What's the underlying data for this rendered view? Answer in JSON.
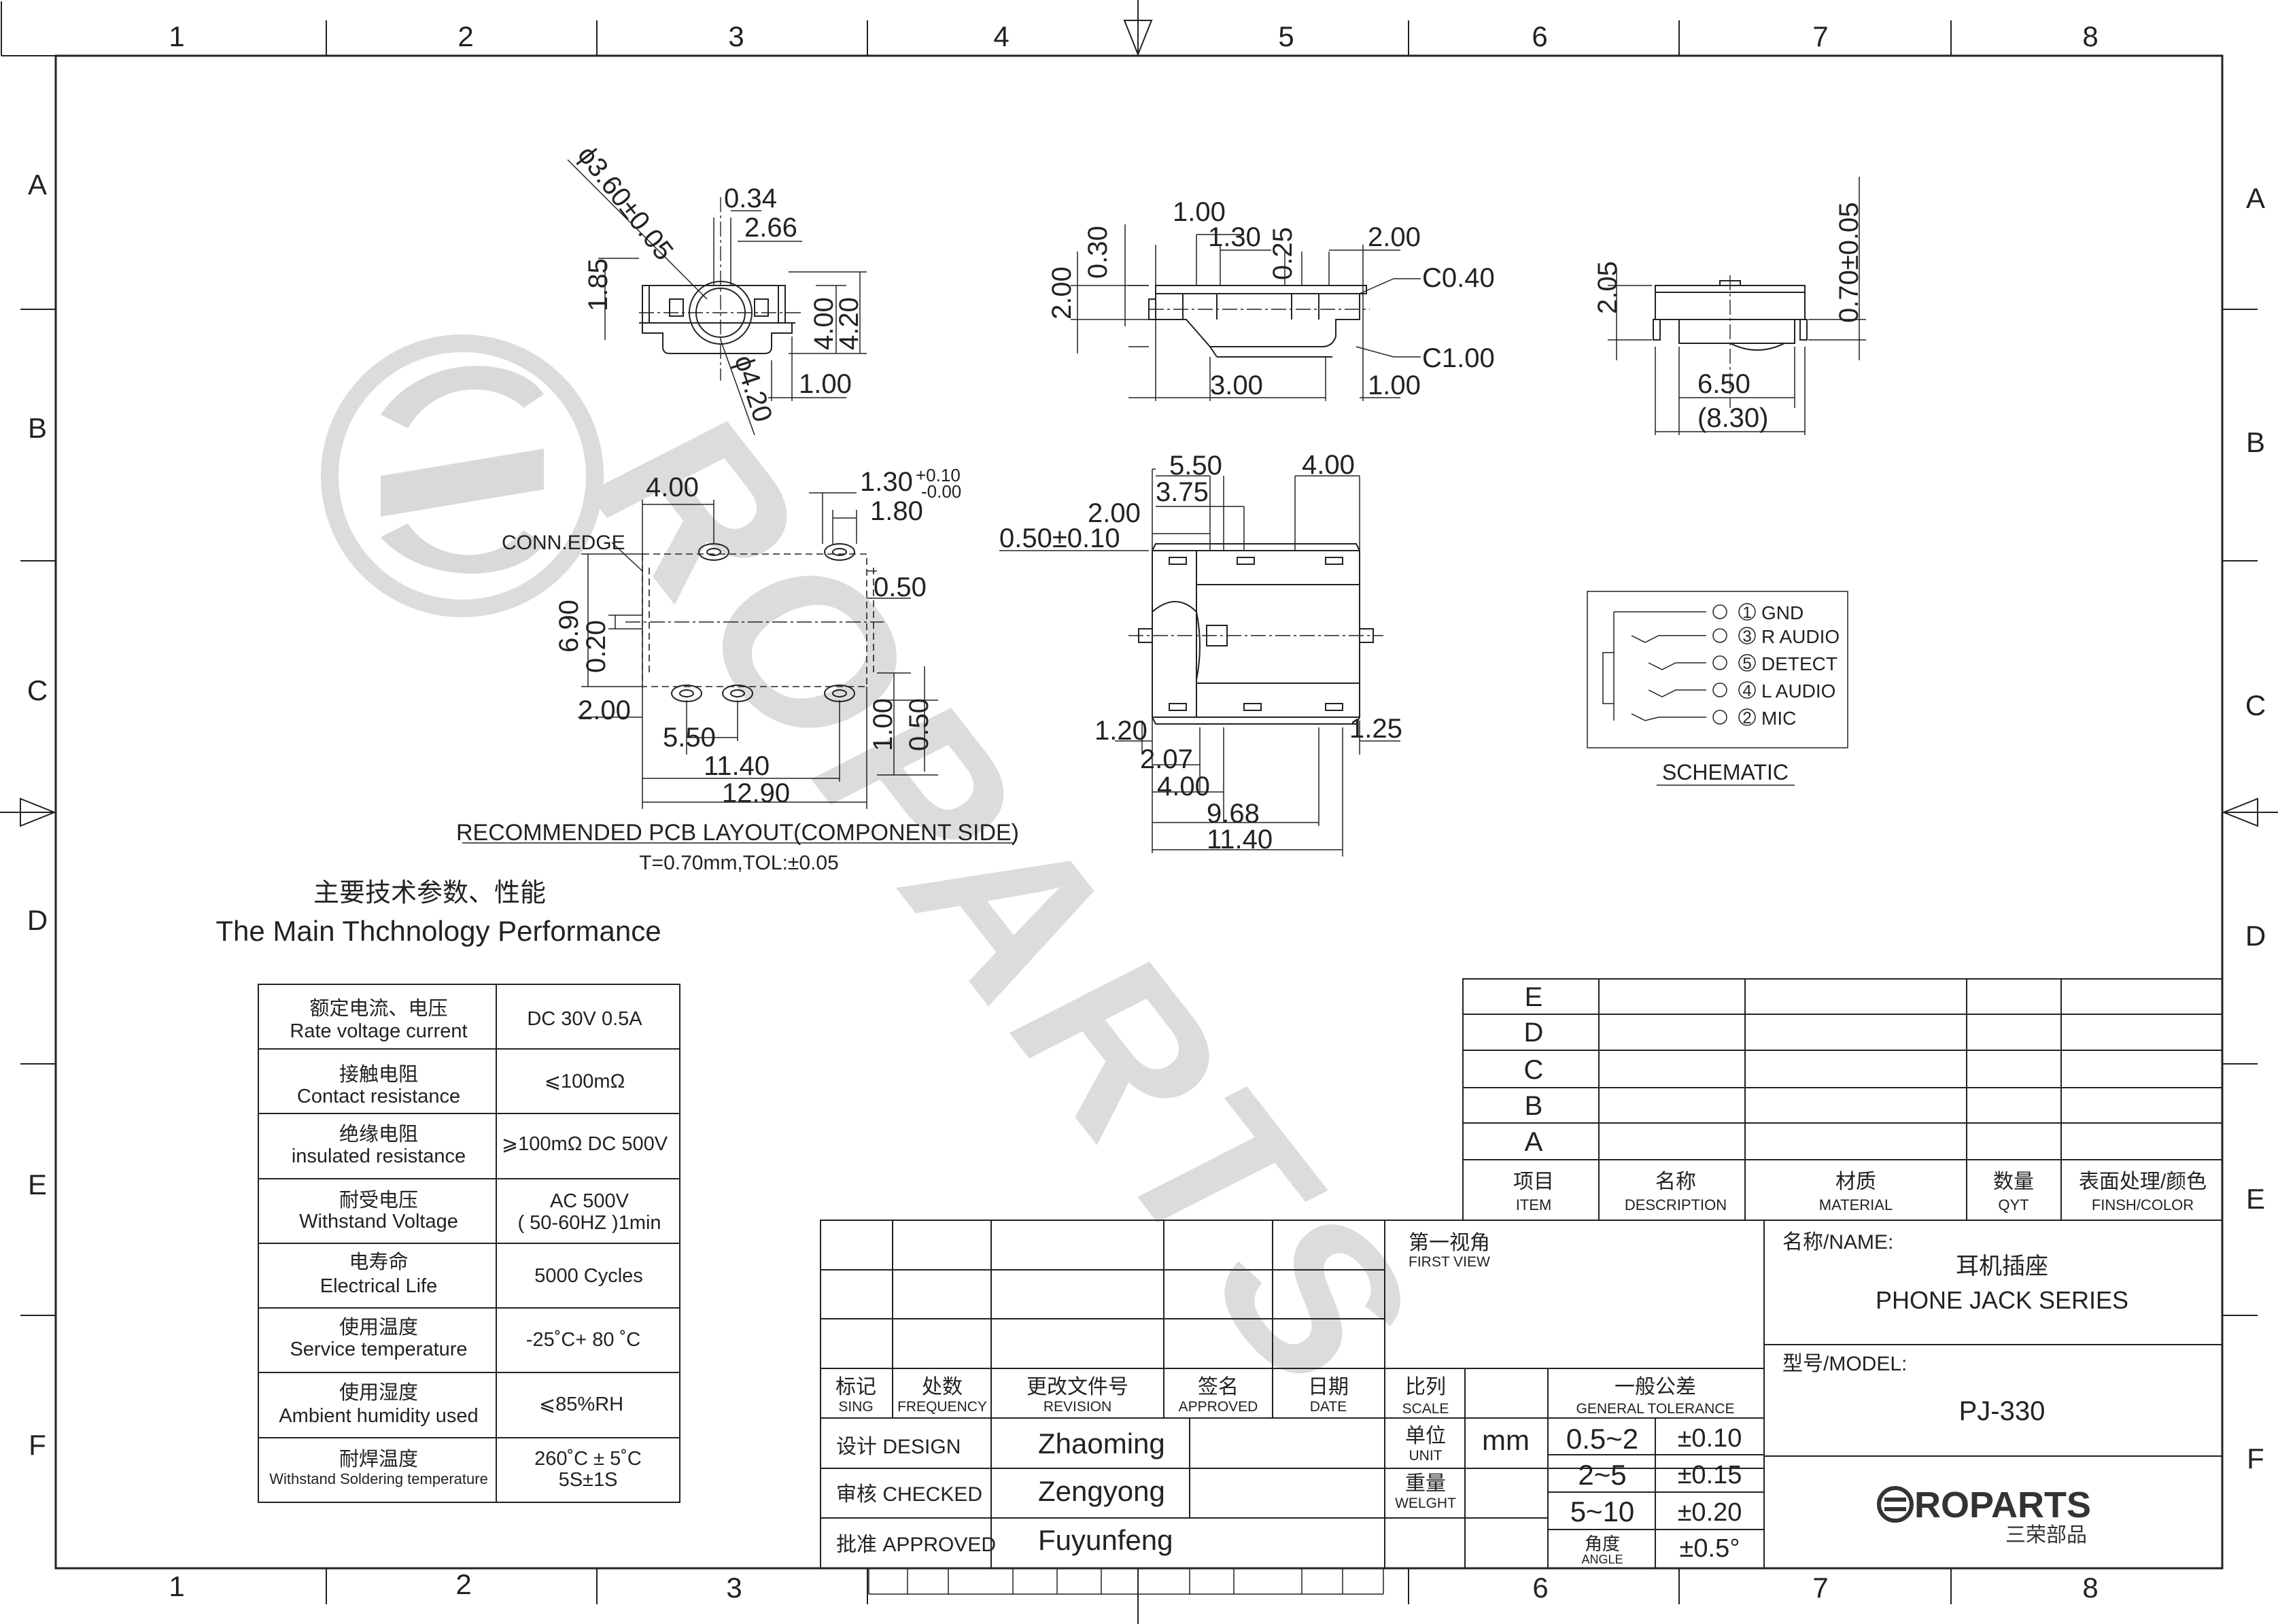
{
  "border": {
    "columns": [
      "1",
      "2",
      "3",
      "4",
      "5",
      "6",
      "7",
      "8"
    ],
    "rows": [
      "A",
      "B",
      "C",
      "D",
      "E",
      "F"
    ]
  },
  "watermark": "ROPARTS",
  "views": {
    "front": {
      "dims": [
        "ϕ3.60±0.05",
        "0.34",
        "2.66",
        "1.85",
        "4.00",
        "4.20",
        "1.00",
        "ϕ4.20"
      ]
    },
    "side": {
      "dims": [
        "1.00",
        "1.30",
        "0.25",
        "2.00",
        "0.30",
        "2.00",
        "C0.40",
        "C1.00",
        "3.00",
        "1.00"
      ]
    },
    "end": {
      "dims": [
        "2.05",
        "0.70±0.05",
        "6.50",
        "(8.30)"
      ]
    },
    "pcb": {
      "dims": [
        "4.00",
        "1.30",
        "+0.10",
        "-0.00",
        "1.80",
        "0.50",
        "6.90",
        "0.20",
        "2.00",
        "5.50",
        "11.40",
        "12.90",
        "1.00",
        "0.50"
      ],
      "conn_edge": "CONN.EDGE",
      "title": "RECOMMENDED PCB LAYOUT(COMPONENT SIDE)",
      "subtitle": "T=0.70mm,TOL:±0.05"
    },
    "top": {
      "dims": [
        "5.50",
        "4.00",
        "3.75",
        "2.00",
        "0.50±0.10",
        "1.20",
        "2.07",
        "4.00",
        "9.68",
        "11.40",
        "1.25"
      ]
    },
    "schematic": {
      "pins": [
        {
          "num": "1",
          "label": "GND"
        },
        {
          "num": "3",
          "label": "R AUDIO"
        },
        {
          "num": "5",
          "label": "DETECT"
        },
        {
          "num": "4",
          "label": "L AUDIO"
        },
        {
          "num": "2",
          "label": "MIC"
        }
      ],
      "title": "SCHEMATIC"
    }
  },
  "performance": {
    "title_cn": "主要技术参数、性能",
    "title_en": "The Main Thchnology Performance",
    "rows": [
      {
        "cn": "额定电流、电压",
        "en": "Rate voltage current",
        "value": [
          "DC 30V   0.5A"
        ]
      },
      {
        "cn": "接触电阻",
        "en": "Contact resistance",
        "value": [
          "⩽100mΩ"
        ]
      },
      {
        "cn": "绝缘电阻",
        "en": "insulated resistance",
        "value": [
          "⩾100mΩ DC 500V"
        ]
      },
      {
        "cn": "耐受电压",
        "en": "Withstand Voltage",
        "value": [
          "AC 500V",
          "( 50-60HZ )1min"
        ]
      },
      {
        "cn": "电寿命",
        "en": "Electrical Life",
        "value": [
          "5000 Cycles"
        ]
      },
      {
        "cn": "使用温度",
        "en": "Service temperature",
        "value": [
          "-25˚C+ 80 ˚C"
        ]
      },
      {
        "cn": "使用湿度",
        "en": "Ambient humidity used",
        "value": [
          "⩽85%RH"
        ]
      },
      {
        "cn": "耐焊温度",
        "en": "Withstand Soldering temperature",
        "value": [
          "260˚C ± 5˚C",
          "5S±1S"
        ]
      }
    ]
  },
  "bom": {
    "row_labels": [
      "E",
      "D",
      "C",
      "B",
      "A"
    ],
    "headers": [
      {
        "cn": "项目",
        "en": "ITEM"
      },
      {
        "cn": "名称",
        "en": "DESCRIPTION"
      },
      {
        "cn": "材质",
        "en": "MATERIAL"
      },
      {
        "cn": "数量",
        "en": "QYT"
      },
      {
        "cn": "表面处理/颜色",
        "en": "FINSH/COLOR"
      }
    ]
  },
  "revision": {
    "headers": [
      {
        "cn": "标记",
        "en": "SING"
      },
      {
        "cn": "处数",
        "en": "FREQUENCY"
      },
      {
        "cn": "更改文件号",
        "en": "REVISION"
      },
      {
        "cn": "签名",
        "en": "APPROVED"
      },
      {
        "cn": "日期",
        "en": "DATE"
      }
    ],
    "signatures": [
      {
        "role": "设计 DESIGN",
        "name": "Zhaoming"
      },
      {
        "role": "审核 CHECKED",
        "name": "Zengyong"
      },
      {
        "role": "批准 APPROVED",
        "name": "Fuyunfeng"
      }
    ]
  },
  "title_block": {
    "view_cn": "第一视角",
    "view_en": "FIRST VIEW",
    "scale_cn": "比列",
    "scale_en": "SCALE",
    "unit_cn": "单位",
    "unit_en": "UNIT",
    "unit_value": "mm",
    "weight_cn": "重量",
    "weight_en": "WELGHT",
    "tolerance_cn": "一般公差",
    "tolerance_en": "GENERAL TOLERANCE",
    "tolerances": [
      {
        "range": "0.5~2",
        "tol": "±0.10"
      },
      {
        "range": "2~5",
        "tol": "±0.15"
      },
      {
        "range": "5~10",
        "tol": "±0.20"
      }
    ],
    "angle_cn": "角度",
    "angle_en": "ANGLE",
    "angle_tol": "±0.5°",
    "name_label": "名称/NAME:",
    "name_cn": "耳机插座",
    "name_en": "PHONE JACK SERIES",
    "model_label": "型号/MODEL:",
    "model": "PJ-330",
    "logo": "ROPARTS",
    "logo_cn": "三荣部品"
  }
}
